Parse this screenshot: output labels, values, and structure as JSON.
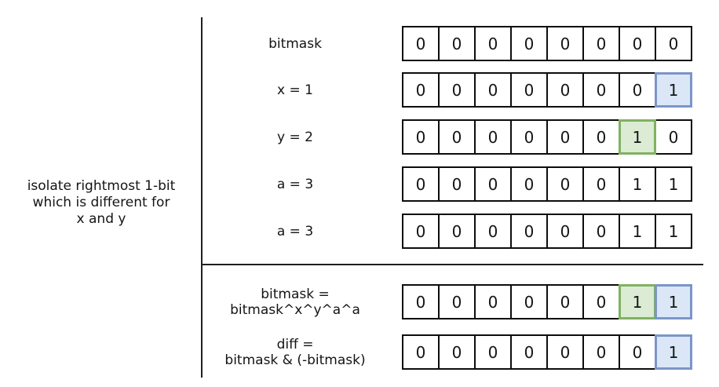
{
  "note": {
    "lines": [
      "isolate rightmost 1-bit",
      "which is different for",
      "x and y"
    ]
  },
  "colors": {
    "blue_fill": "#dbe7f7",
    "blue_border": "#7b96c8",
    "green_fill": "#dcebd4",
    "green_border": "#80b261",
    "cell_border": "#0d0d0d",
    "line": "#1f1f1f"
  },
  "sections": {
    "top": {
      "rows": [
        {
          "label_lines": [
            "bitmask"
          ],
          "bits": [
            "0",
            "0",
            "0",
            "0",
            "0",
            "0",
            "0",
            "0"
          ],
          "highlights": [
            null,
            null,
            null,
            null,
            null,
            null,
            null,
            null
          ]
        },
        {
          "label_lines": [
            "x = 1"
          ],
          "bits": [
            "0",
            "0",
            "0",
            "0",
            "0",
            "0",
            "0",
            "1"
          ],
          "highlights": [
            null,
            null,
            null,
            null,
            null,
            null,
            null,
            "blue"
          ]
        },
        {
          "label_lines": [
            "y = 2"
          ],
          "bits": [
            "0",
            "0",
            "0",
            "0",
            "0",
            "0",
            "1",
            "0"
          ],
          "highlights": [
            null,
            null,
            null,
            null,
            null,
            null,
            "green",
            null
          ]
        },
        {
          "label_lines": [
            "a = 3"
          ],
          "bits": [
            "0",
            "0",
            "0",
            "0",
            "0",
            "0",
            "1",
            "1"
          ],
          "highlights": [
            null,
            null,
            null,
            null,
            null,
            null,
            null,
            null
          ]
        },
        {
          "label_lines": [
            "a = 3"
          ],
          "bits": [
            "0",
            "0",
            "0",
            "0",
            "0",
            "0",
            "1",
            "1"
          ],
          "highlights": [
            null,
            null,
            null,
            null,
            null,
            null,
            null,
            null
          ]
        }
      ]
    },
    "bottom": {
      "rows": [
        {
          "label_lines": [
            "bitmask =",
            "bitmask^x^y^a^a"
          ],
          "bits": [
            "0",
            "0",
            "0",
            "0",
            "0",
            "0",
            "1",
            "1"
          ],
          "highlights": [
            null,
            null,
            null,
            null,
            null,
            null,
            "green",
            "blue"
          ]
        },
        {
          "label_lines": [
            "diff =",
            "bitmask & (-bitmask)"
          ],
          "bits": [
            "0",
            "0",
            "0",
            "0",
            "0",
            "0",
            "0",
            "1"
          ],
          "highlights": [
            null,
            null,
            null,
            null,
            null,
            null,
            null,
            "blue"
          ]
        }
      ]
    }
  }
}
